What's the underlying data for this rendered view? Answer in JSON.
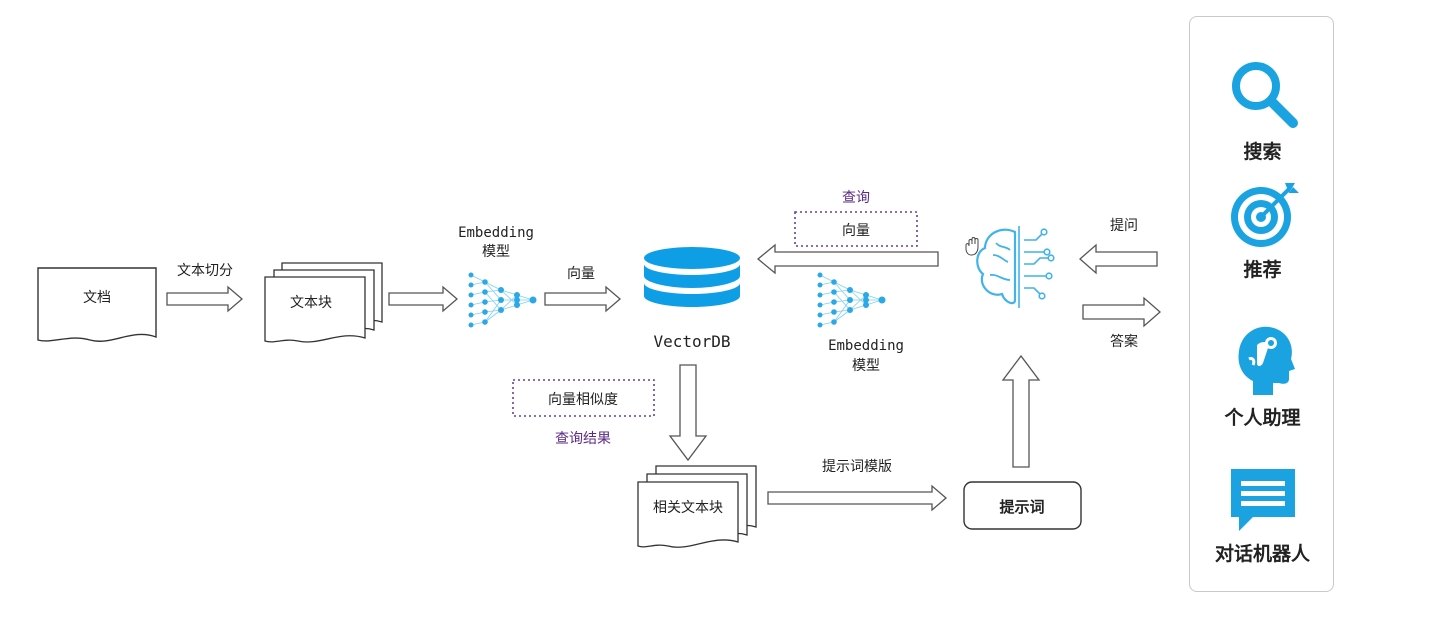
{
  "nodes": {
    "document": "文档",
    "chunks": "文本块",
    "embedding_1_en": "Embedding",
    "embedding_1_zh": "模型",
    "vectordb": "VectorDB",
    "embedding_2_en": "Embedding",
    "embedding_2_zh": "模型",
    "related_chunks": "相关文本块",
    "prompt": "提示词"
  },
  "edges": {
    "split": "文本切分",
    "vector": "向量",
    "query": "查询",
    "query_vector": "向量",
    "similarity": "向量相似度",
    "query_result": "查询结果",
    "template": "提示词模版",
    "ask": "提问",
    "answer": "答案"
  },
  "sidebar": {
    "items": [
      {
        "label": "搜索",
        "icon": "search-icon"
      },
      {
        "label": "推荐",
        "icon": "target-icon"
      },
      {
        "label": "个人助理",
        "icon": "head-icon"
      },
      {
        "label": "对话机器人",
        "icon": "chat-icon"
      }
    ]
  },
  "colors": {
    "accent": "#1aa3e0",
    "purple": "#5b2a86",
    "line": "#555555"
  }
}
